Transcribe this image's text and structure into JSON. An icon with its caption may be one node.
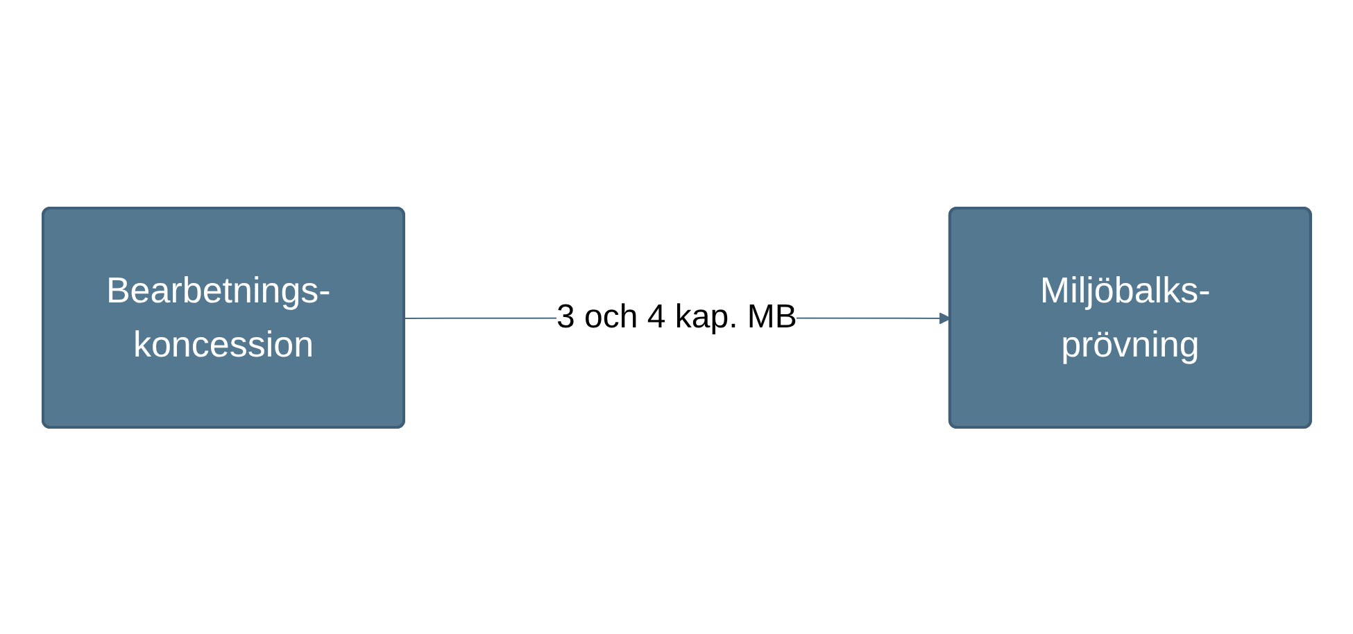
{
  "diagram": {
    "nodes": [
      {
        "text": [
          "Bearbetnings- koncession"
        ]
      },
      {
        "text": [
          "Miljöbalks- prövning"
        ]
      }
    ],
    "edges": [
      {
        "from": 0,
        "to": 1,
        "arrow": "to",
        "label": "3 och 4 kap. MB"
      }
    ]
  }
}
